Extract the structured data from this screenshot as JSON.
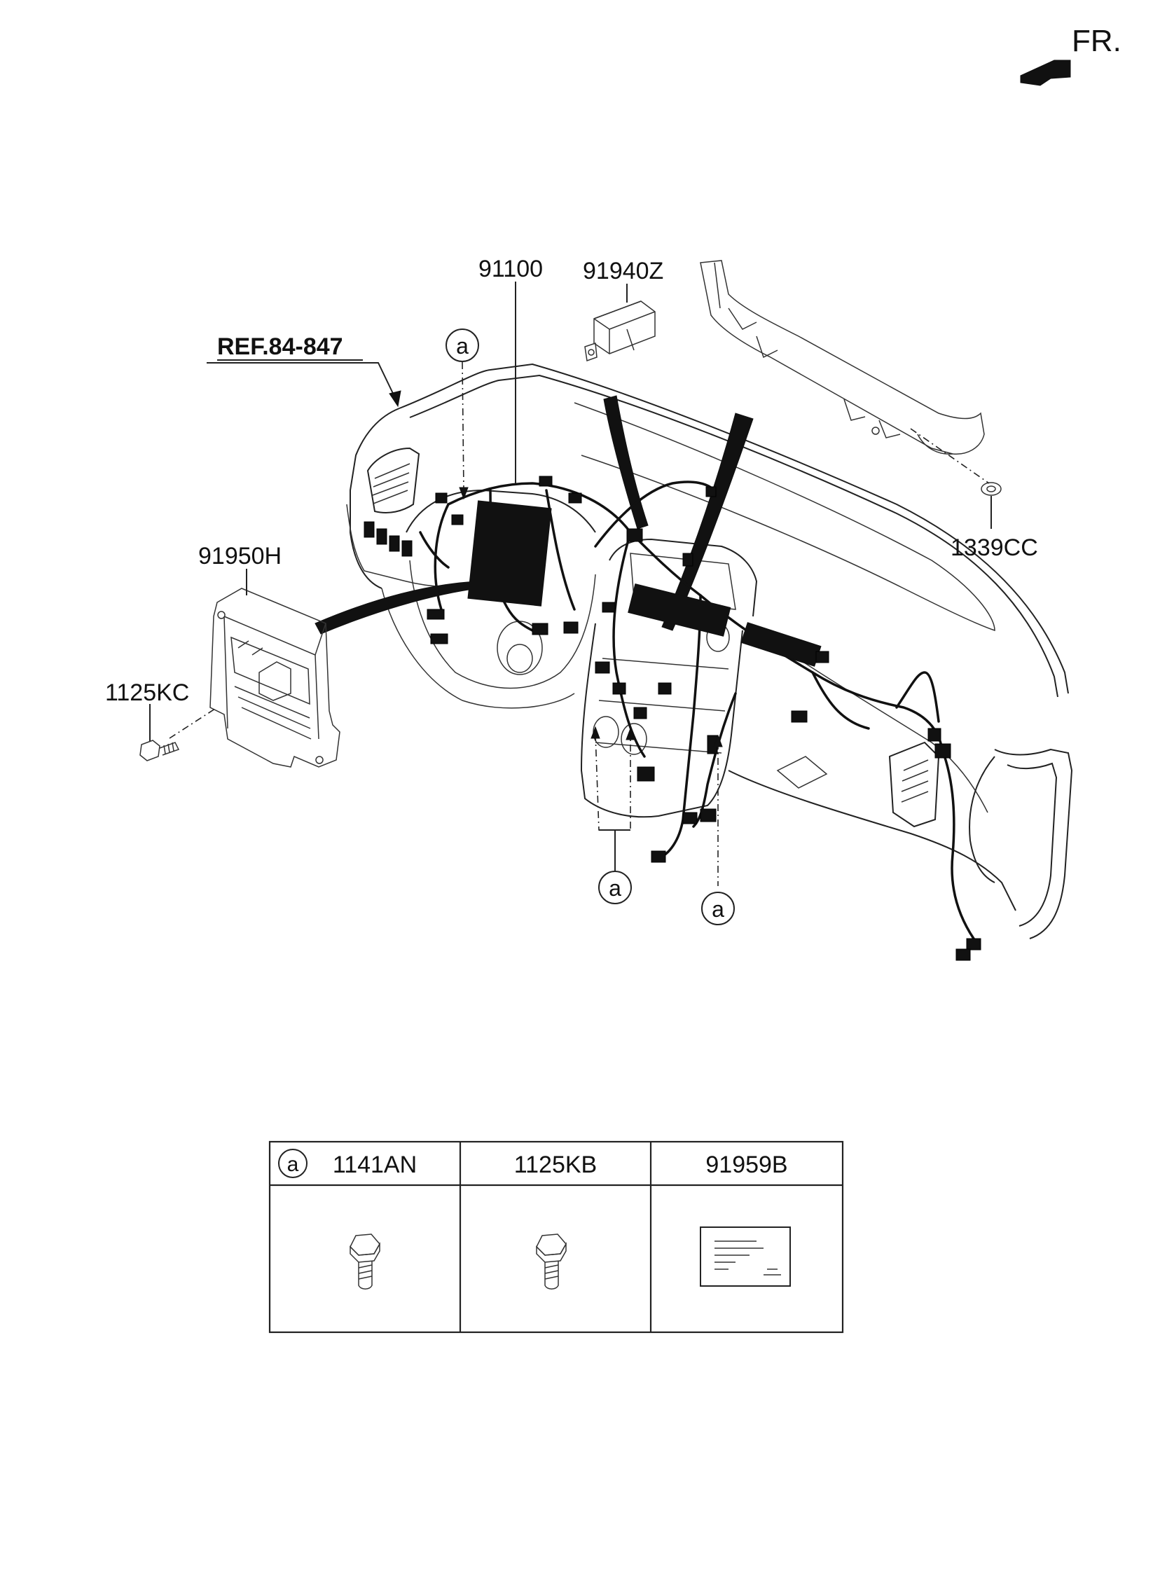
{
  "direction": {
    "label": "FR."
  },
  "callouts": {
    "ref": "REF.84-847",
    "harness": "91100",
    "module_top": "91940Z",
    "junction_box": "91950H",
    "bolt_left": "1125KC",
    "clip_right": "1339CC",
    "marker": "a"
  },
  "legend": {
    "marker": "a",
    "columns": [
      "1141AN",
      "1125KB",
      "91959B"
    ]
  }
}
